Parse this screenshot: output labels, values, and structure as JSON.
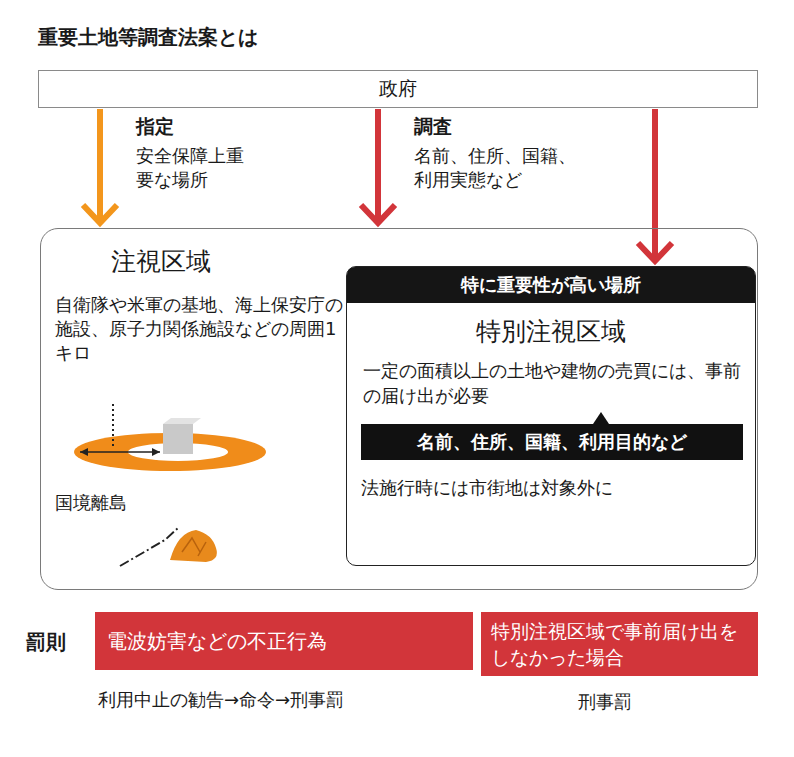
{
  "diagram": {
    "title": "重要土地等調査法案とは",
    "nodes": [
      {
        "text": [
          "政府"
        ]
      },
      {
        "text": [
          "注視区域",
          "自衛隊や米軍の基地、海上保安庁の施設、原子力関係施設などの周囲1キロ",
          "国境離島"
        ]
      },
      {
        "text": [
          "特に重要性が高い場所",
          "特別注視区域",
          "一定の面積以上の土地や建物の売買には、事前の届け出が必要",
          "法施行時には市街地は対象外に"
        ],
        "in": 1
      },
      {
        "text": [
          "名前、住所、国籍、利用目的など"
        ],
        "in": 2
      },
      {
        "text": [
          "電波妨害などの不正行為"
        ]
      },
      {
        "text": [
          "特別注視区域で事前届け出をしなかった場合"
        ]
      }
    ],
    "edges": [
      {
        "from": 0,
        "to": 1,
        "label": "指定",
        "arrow": "to"
      },
      {
        "from": 0,
        "to": 1,
        "label": "調査",
        "arrow": "to"
      },
      {
        "from": 0,
        "to": 2,
        "arrow": "to"
      }
    ],
    "labels": [
      "安全保障上重要な場所",
      "名前、住所、国籍、利用実態など",
      "罰則",
      "利用中止の勧告→命令→刑事罰",
      "刑事罰"
    ]
  }
}
